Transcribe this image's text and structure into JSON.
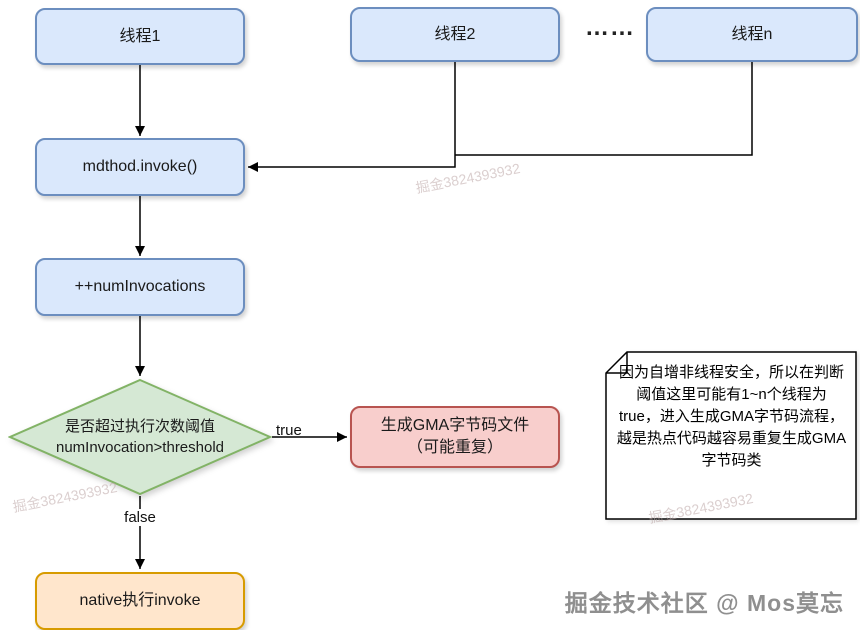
{
  "nodes": {
    "thread1": {
      "label": "线程1"
    },
    "thread2": {
      "label": "线程2"
    },
    "thread_n": {
      "label": "线程n"
    },
    "ellipsis": {
      "label": "……"
    },
    "invoke": {
      "label": "mdthod.invoke()"
    },
    "increment": {
      "label": "++numInvocations"
    },
    "decision": {
      "line1": "是否超过执行次数阈值",
      "line2": "numInvocation>threshold"
    },
    "generate": {
      "line1": "生成GMA字节码文件",
      "line2": "（可能重复）"
    },
    "native": {
      "label": "native执行invoke"
    }
  },
  "edge_labels": {
    "true": "true",
    "false": "false"
  },
  "note": {
    "text": "因为自增非线程安全，所以在判断阈值这里可能有1~n个线程为 true，进入生成GMA字节码流程，越是热点代码越容易重复生成GMA字节码类"
  },
  "watermark": {
    "stamp": "掘金3824393932",
    "credit": "掘金技术社区 @ Mos莫忘"
  },
  "colors": {
    "blue_fill": "#dae8fc",
    "blue_border": "#6c8ebf",
    "green_fill": "#d5e8d4",
    "green_border": "#82b366",
    "red_fill": "#f8cecc",
    "red_border": "#b85450",
    "orange_fill": "#ffe6cc",
    "orange_border": "#d79b00",
    "arrow": "#000000",
    "note_border": "#000000",
    "credit_color": "#8f8f8f"
  }
}
